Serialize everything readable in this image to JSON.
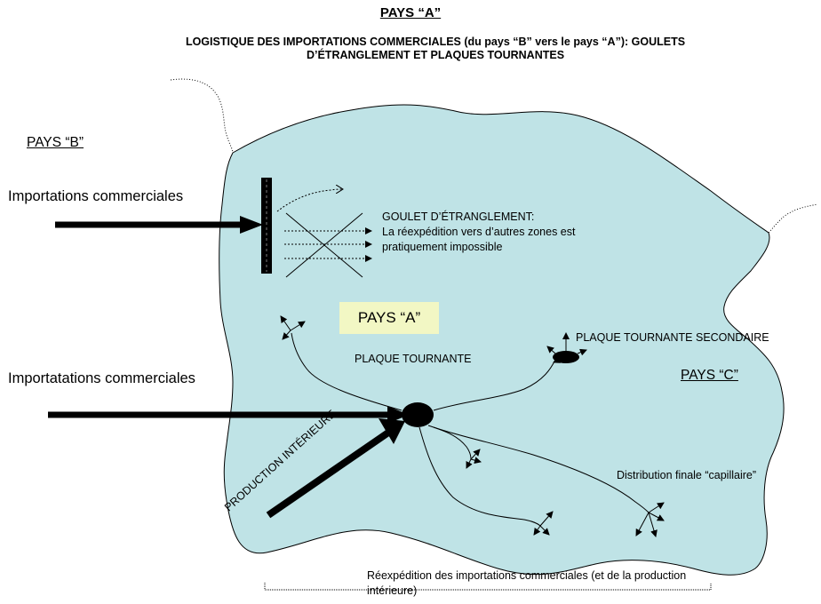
{
  "title": "PAYS “A”",
  "subtitle": "LOGISTIQUE DES IMPORTATIONS COMMERCIALES (du pays “B” vers le pays “A”): GOULETS D’ÉTRANGLEMENT ET PLAQUES TOURNANTES",
  "labels": {
    "country_b": "PAYS “B”",
    "country_c": "PAYS “C”",
    "country_a_center": "PAYS “A”",
    "imports_top": "Importations commerciales",
    "imports_bottom": "Importatations  commerciales",
    "bottleneck": "GOULET D’ÉTRANGLEMENT:",
    "bottleneck_desc_1": "La réexpédition vers d’autres zones est",
    "bottleneck_desc_2": "pratiquement impossible",
    "hub": "PLAQUE TOURNANTE",
    "secondary_hub": "PLAQUE TOURNANTE SECONDAIRE",
    "domestic_production": "PRODUCTION INTÉRIEURE",
    "final_distribution": "Distribution finale “capillaire”",
    "reexport_1": "Réexpédition des importations commerciales (et de la production",
    "reexport_2": "intérieure)"
  },
  "colors": {
    "region_fill": "#bfe3e6",
    "center_box": "#f2f7c4",
    "ink": "#000000"
  }
}
